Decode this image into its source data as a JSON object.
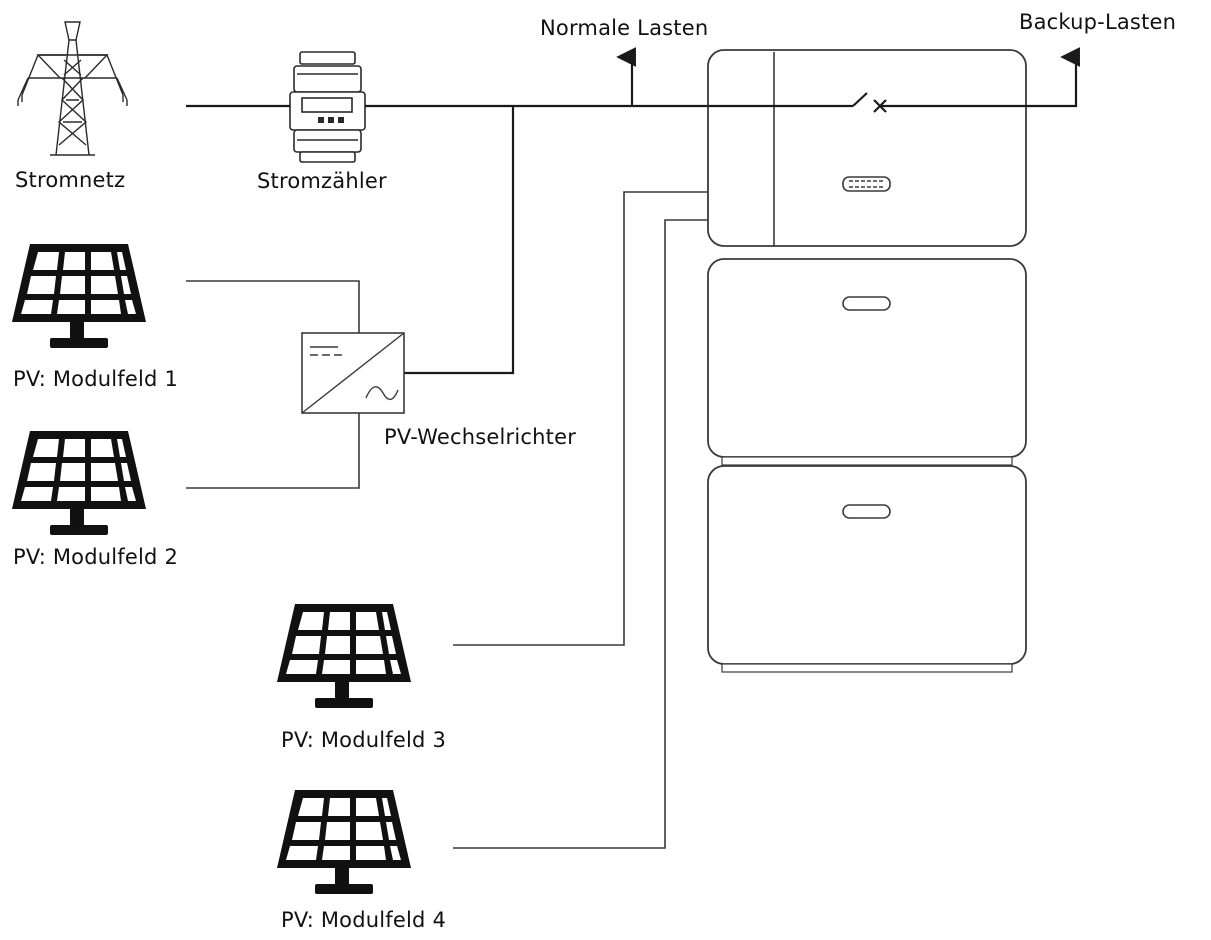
{
  "labels": {
    "grid": "Stromnetz",
    "meter": "Stromzähler",
    "normal_loads": "Normale Lasten",
    "backup_loads": "Backup-Lasten",
    "pv_inverter": "PV-Wechselrichter",
    "pv1": "PV: Modulfeld 1",
    "pv2": "PV: Modulfeld 2",
    "pv3": "PV: Modulfeld 3",
    "pv4": "PV: Modulfeld 4"
  },
  "colors": {
    "line": "#1a1a1a",
    "panel": "#111111",
    "background": "#ffffff"
  },
  "icons": {
    "grid": "transmission-tower-icon",
    "meter": "electricity-meter-icon",
    "pv": "solar-panel-icon",
    "inverter": "dc-ac-inverter-icon",
    "storage": "battery-storage-system-icon",
    "breaker": "circuit-breaker-icon",
    "arrow": "arrow-up-icon"
  }
}
